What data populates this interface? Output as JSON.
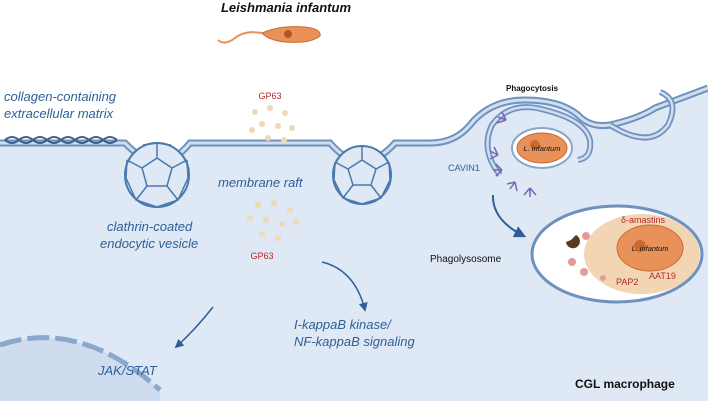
{
  "title": "Leishmania infantum",
  "labels": {
    "ecm_line1": "collagen-containing",
    "ecm_line2": "extracellular matrix",
    "gp63_top": "GP63",
    "gp63_bottom": "GP63",
    "membrane_raft": "membrane raft",
    "clathrin_line1": "clathrin-coated",
    "clathrin_line2": "endocytic vesicle",
    "ikk_line1": "I-kappaB kinase/",
    "ikk_line2": "NF-kappaB signaling",
    "jak_stat": "JAK/STAT",
    "phagocytosis": "Phagocytosis",
    "cavin1": "CAVIN1",
    "parasite_in_cup": "L. infantum",
    "phagolysosome": "Phagolysosome",
    "delta_amastins": "δ-amastins",
    "parasite_in_lysosome": "L. infantum",
    "pap2": "PAP2",
    "aat19": "AAT19",
    "macrophage": "CGL macrophage"
  },
  "colors": {
    "cytoplasm": "#dfe8f5",
    "membrane": "#9fb9d8",
    "membrane_edge": "#6f91bd",
    "label_blue": "#2f5f98",
    "gp63_red": "#b22b2b",
    "parasite_orange": "#e8925a",
    "vesicle_outline": "#4a79ad",
    "dot_beige": "#efd9b4",
    "dot_pink": "#e49a9a",
    "receptor_purple": "#7866b0"
  }
}
